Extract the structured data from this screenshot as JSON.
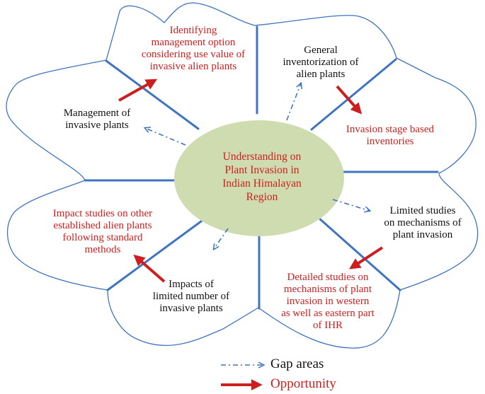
{
  "center": {
    "text": "Understanding on\nPlant Invasion in\nIndian Himalayan\nRegion",
    "fill": "#cedcb0"
  },
  "colors": {
    "outline": "#3f74c0",
    "divider": "#3f74c0",
    "gap": "#3f74c0",
    "opportunity": "#cc1f1f",
    "gap_text": "#111111",
    "opportunity_text": "#cc1f1f"
  },
  "petals": [
    {
      "gap": "General\ninventorization of\nalien plants",
      "opportunity": "Invasion stage based\ninventories"
    },
    {
      "gap": "Limited studies\non mechanisms of\nplant invasion",
      "opportunity": "Detailed studies on\nmechanisms of plant\ninvasion in western\nas well as eastern part\nof IHR"
    },
    {
      "gap": "Impacts of\nlimited number of\ninvasive plants",
      "opportunity": "Impact studies on other\nestablished alien plants\nfollowing standard\nmethods"
    },
    {
      "gap": "Management of\ninvasive plants",
      "opportunity": "Identifying\nmanagement option\nconsidering use value of\ninvasive alien plants"
    }
  ],
  "legend": {
    "gap_label": "Gap areas",
    "opportunity_label": "Opportunity"
  }
}
